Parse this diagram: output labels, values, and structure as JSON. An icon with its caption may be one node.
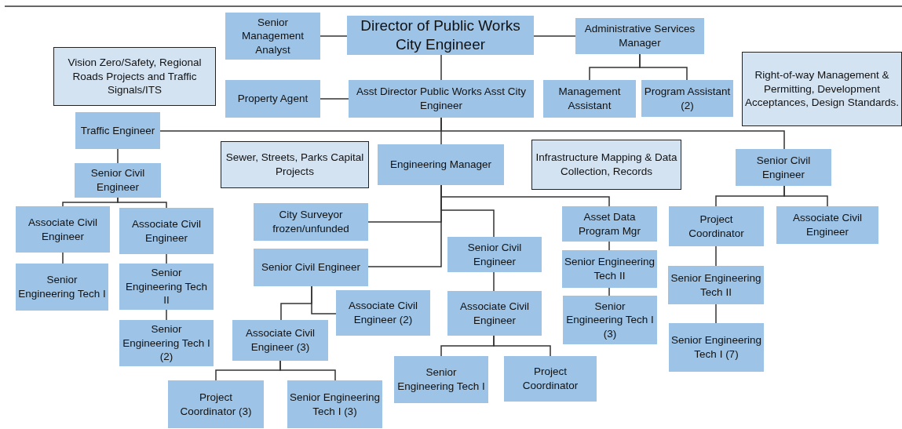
{
  "diagram": {
    "nodes": [
      {
        "text": [
          "Senior Management Analyst"
        ]
      },
      {
        "text": [
          "Director of Public Works City Engineer"
        ]
      },
      {
        "text": [
          "Administrative Services Manager"
        ]
      },
      {
        "text": [
          "Vision Zero/Safety, Regional Roads Projects and Traffic Signals/ITS"
        ]
      },
      {
        "text": [
          "Property Agent"
        ]
      },
      {
        "text": [
          "Asst Director Public Works Asst City Engineer"
        ]
      },
      {
        "text": [
          "Management Assistant"
        ]
      },
      {
        "text": [
          "Program Assistant (2)"
        ]
      },
      {
        "text": [
          "Right-of-way Management & Permitting, Development Acceptances, Design Standards."
        ]
      },
      {
        "text": [
          "Traffic Engineer"
        ]
      },
      {
        "text": [
          "Sewer, Streets, Parks Capital Projects"
        ]
      },
      {
        "text": [
          "Engineering Manager"
        ]
      },
      {
        "text": [
          "Infrastructure Mapping & Data Collection, Records"
        ]
      },
      {
        "text": [
          "Senior Civil Engineer"
        ]
      },
      {
        "text": [
          "Senior Civil Engineer"
        ]
      },
      {
        "text": [
          "Associate Civil Engineer"
        ]
      },
      {
        "text": [
          "Associate Civil Engineer"
        ]
      },
      {
        "text": [
          "City Surveyor frozen/unfunded"
        ]
      },
      {
        "text": [
          "Asset Data Program Mgr"
        ]
      },
      {
        "text": [
          "Project Coordinator"
        ]
      },
      {
        "text": [
          "Associate Civil Engineer"
        ]
      },
      {
        "text": [
          "Senior Engineering Tech I"
        ]
      },
      {
        "text": [
          "Senior Engineering Tech II"
        ]
      },
      {
        "text": [
          "Senior Civil Engineer"
        ]
      },
      {
        "text": [
          "Senior Civil Engineer"
        ]
      },
      {
        "text": [
          "Senior Engineering Tech II"
        ]
      },
      {
        "text": [
          "Senior Engineering Tech II"
        ]
      },
      {
        "text": [
          "Associate Civil Engineer (2)"
        ]
      },
      {
        "text": [
          "Associate Civil Engineer"
        ]
      },
      {
        "text": [
          "Senior Engineering Tech I (3)"
        ]
      },
      {
        "text": [
          "Associate Civil Engineer (3)"
        ]
      },
      {
        "text": [
          "Senior Engineering Tech I (2)"
        ]
      },
      {
        "text": [
          "Senior Engineering Tech I (7)"
        ]
      },
      {
        "text": [
          "Senior Engineering Tech I"
        ]
      },
      {
        "text": [
          "Project Coordinator"
        ]
      },
      {
        "text": [
          "Project Coordinator (3)"
        ]
      },
      {
        "text": [
          "Senior Engineering Tech I (3)"
        ]
      }
    ],
    "edges": [
      {
        "from": 1,
        "to": 0,
        "arrow": "none"
      },
      {
        "from": 1,
        "to": 2,
        "arrow": "none"
      },
      {
        "from": 1,
        "to": 5,
        "arrow": "none"
      },
      {
        "from": 5,
        "to": 4,
        "arrow": "none"
      },
      {
        "from": 2,
        "to": 6,
        "arrow": "none"
      },
      {
        "from": 2,
        "to": 7,
        "arrow": "none"
      },
      {
        "from": 5,
        "to": 9,
        "arrow": "none"
      },
      {
        "from": 5,
        "to": 11,
        "arrow": "none"
      },
      {
        "from": 5,
        "to": 13,
        "arrow": "none"
      },
      {
        "from": 9,
        "to": 14,
        "arrow": "none"
      },
      {
        "from": 14,
        "to": 15,
        "arrow": "none"
      },
      {
        "from": 14,
        "to": 16,
        "arrow": "none"
      },
      {
        "from": 15,
        "to": 21,
        "arrow": "none"
      },
      {
        "from": 16,
        "to": 22,
        "arrow": "none"
      },
      {
        "from": 22,
        "to": 31,
        "arrow": "none"
      },
      {
        "from": 11,
        "to": 17,
        "arrow": "none"
      },
      {
        "from": 11,
        "to": 23,
        "arrow": "none"
      },
      {
        "from": 11,
        "to": 24,
        "arrow": "none"
      },
      {
        "from": 11,
        "to": 18,
        "arrow": "none"
      },
      {
        "from": 23,
        "to": 27,
        "arrow": "none"
      },
      {
        "from": 23,
        "to": 30,
        "arrow": "none"
      },
      {
        "from": 30,
        "to": 35,
        "arrow": "none"
      },
      {
        "from": 30,
        "to": 36,
        "arrow": "none"
      },
      {
        "from": 24,
        "to": 28,
        "arrow": "none"
      },
      {
        "from": 28,
        "to": 33,
        "arrow": "none"
      },
      {
        "from": 28,
        "to": 34,
        "arrow": "none"
      },
      {
        "from": 18,
        "to": 25,
        "arrow": "none"
      },
      {
        "from": 25,
        "to": 29,
        "arrow": "none"
      },
      {
        "from": 13,
        "to": 19,
        "arrow": "none"
      },
      {
        "from": 13,
        "to": 20,
        "arrow": "none"
      },
      {
        "from": 19,
        "to": 26,
        "arrow": "none"
      },
      {
        "from": 26,
        "to": 32,
        "arrow": "none"
      }
    ]
  }
}
